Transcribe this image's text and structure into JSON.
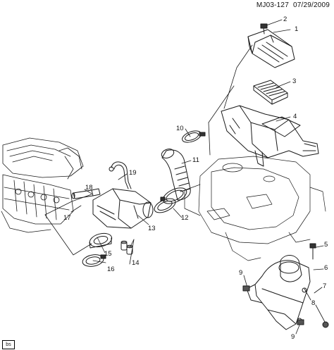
{
  "header": {
    "code": "MJ03-127",
    "date": "07/29/2009"
  },
  "callouts": [
    "1",
    "2",
    "3",
    "4",
    "5",
    "6",
    "7",
    "8",
    "9",
    "9",
    "10",
    "11",
    "12",
    "13",
    "14",
    "15",
    "16",
    "17",
    "18",
    "19"
  ],
  "badge": "bs",
  "colors": {
    "line": "#1a1a1a",
    "hatch": "#555555",
    "background": "#ffffff"
  }
}
